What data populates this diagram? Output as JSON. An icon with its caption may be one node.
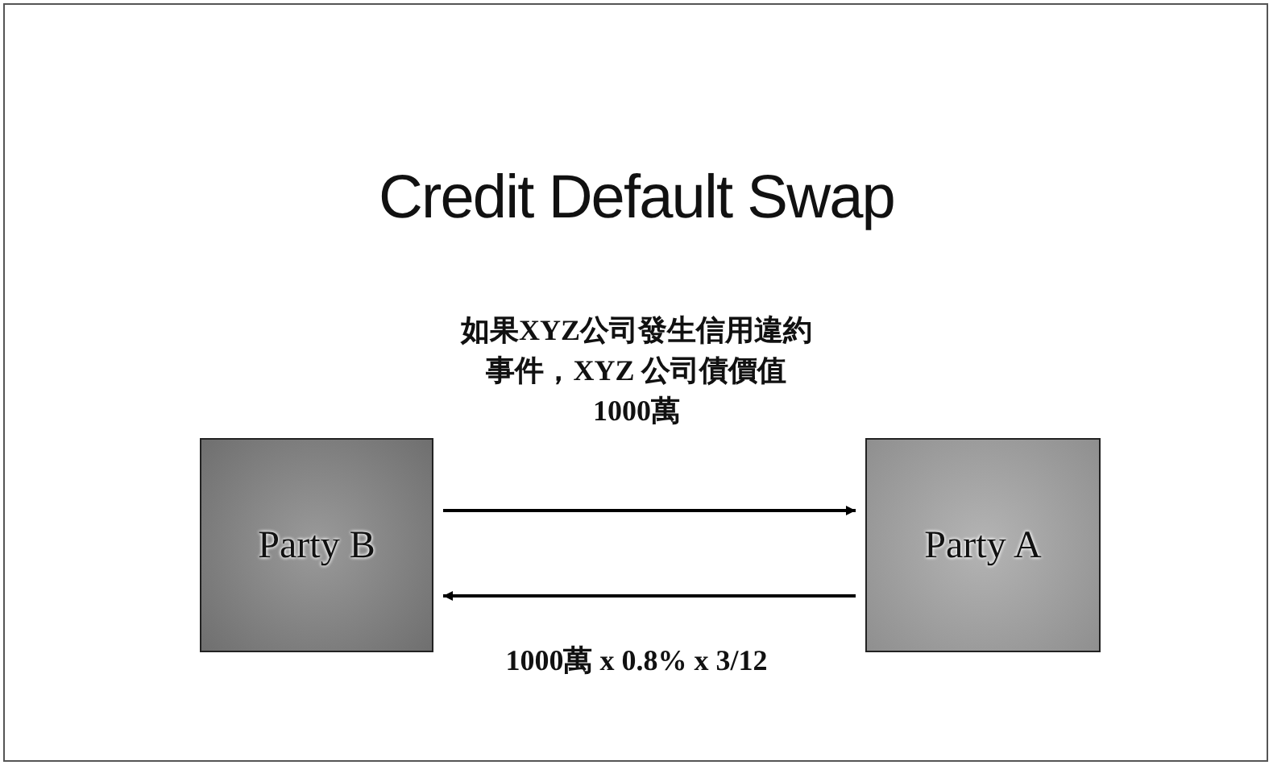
{
  "diagram": {
    "title": "Credit Default Swap",
    "nodes": [
      {
        "text": [
          "Party B"
        ]
      },
      {
        "text": [
          "Party A"
        ]
      }
    ],
    "edges": [
      {
        "from": 0,
        "to": 1,
        "arrow": "to",
        "label": "如果XYZ公司發生信用違約事件，XYZ 公司債價值1000萬"
      },
      {
        "from": 1,
        "to": 0,
        "arrow": "to",
        "label": "1000萬 x 0.8% x 3/12"
      }
    ]
  }
}
